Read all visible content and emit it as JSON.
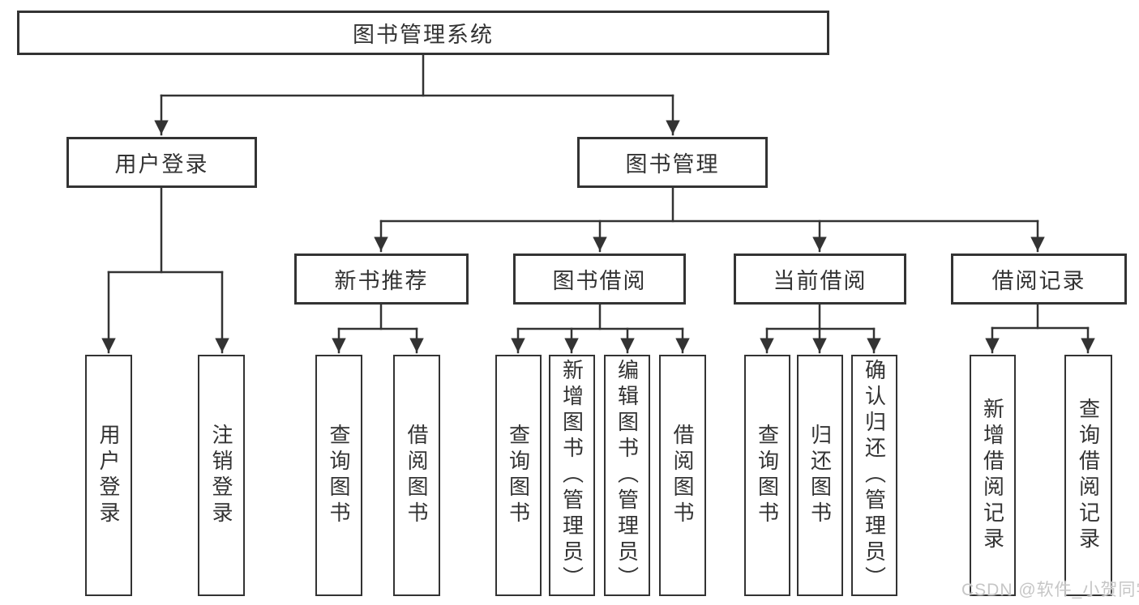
{
  "diagram_type": "hierarchy-tree",
  "tree": {
    "label": "图书管理系统",
    "children": [
      {
        "label": "用户登录",
        "children": [
          {
            "label": "用户登录"
          },
          {
            "label": "注销登录"
          }
        ]
      },
      {
        "label": "图书管理",
        "children": [
          {
            "label": "新书推荐",
            "children": [
              {
                "label": "查询图书"
              },
              {
                "label": "借阅图书"
              }
            ]
          },
          {
            "label": "图书借阅",
            "children": [
              {
                "label": "查询图书"
              },
              {
                "label": "新增图书（管理员）"
              },
              {
                "label": "编辑图书（管理员）"
              },
              {
                "label": "借阅图书"
              }
            ]
          },
          {
            "label": "当前借阅",
            "children": [
              {
                "label": "查询图书"
              },
              {
                "label": "归还图书"
              },
              {
                "label": "确认归还（管理员）"
              }
            ]
          },
          {
            "label": "借阅记录",
            "children": [
              {
                "label": "新增借阅记录"
              },
              {
                "label": "查询借阅记录"
              }
            ]
          }
        ]
      }
    ]
  },
  "watermark": "CSDN @软件_小贺同学",
  "colors": {
    "line": "#333333",
    "box_border": "#333333",
    "text": "#333333",
    "watermark": "#c6c6c6",
    "background": "#ffffff"
  }
}
